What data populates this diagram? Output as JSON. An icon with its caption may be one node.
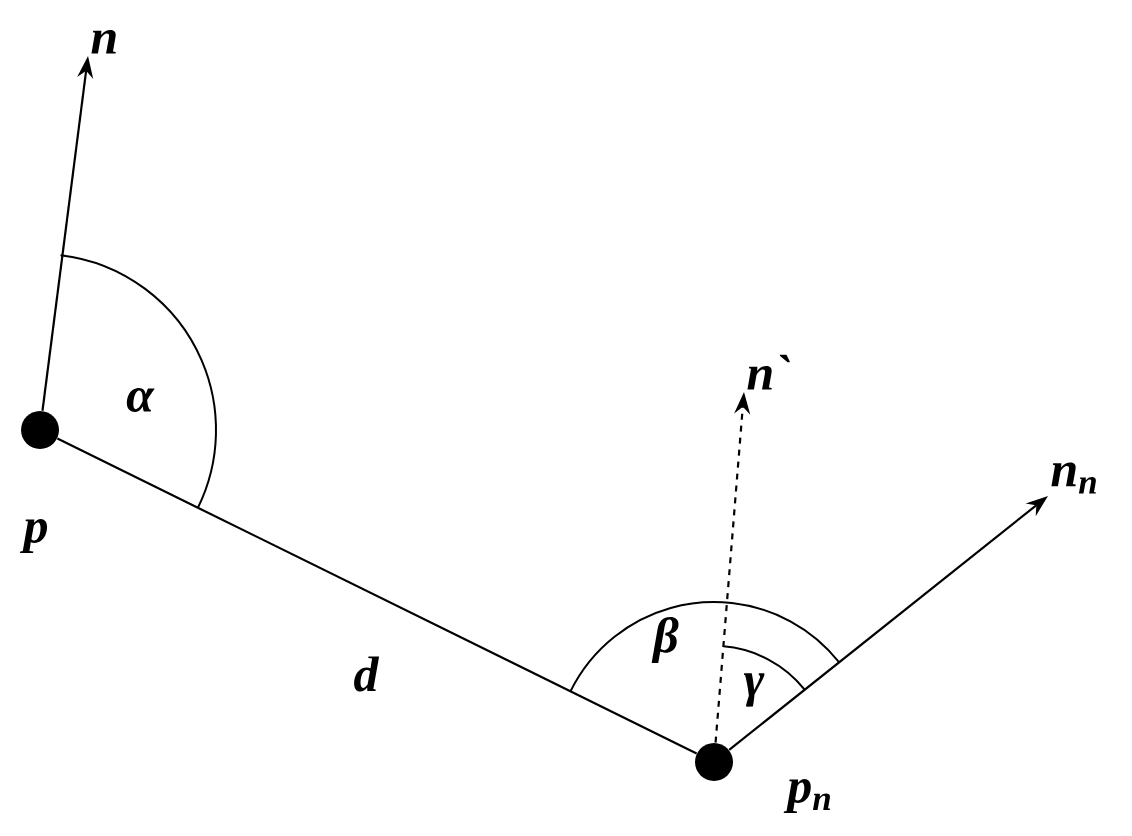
{
  "diagram": {
    "nodes": [
      {
        "text": [],
        "shape": "circle",
        "beside": [
          "p"
        ]
      },
      {
        "text": [
          "n"
        ]
      },
      {
        "text": [],
        "shape": "circle",
        "beside": [
          "p$_{n}$"
        ]
      },
      {
        "text": [
          "n`"
        ]
      },
      {
        "text": [
          "n$_{n}$"
        ]
      }
    ],
    "edges": [
      {
        "from": 0,
        "to": 1,
        "arrow": "to"
      },
      {
        "from": 0,
        "to": 2,
        "arrow": "none",
        "label": "d"
      },
      {
        "from": 2,
        "to": 3,
        "arrow": "to",
        "style": "dashed"
      },
      {
        "from": 2,
        "to": 4,
        "arrow": "to"
      }
    ],
    "labels": [
      "α",
      "β",
      "γ"
    ]
  }
}
